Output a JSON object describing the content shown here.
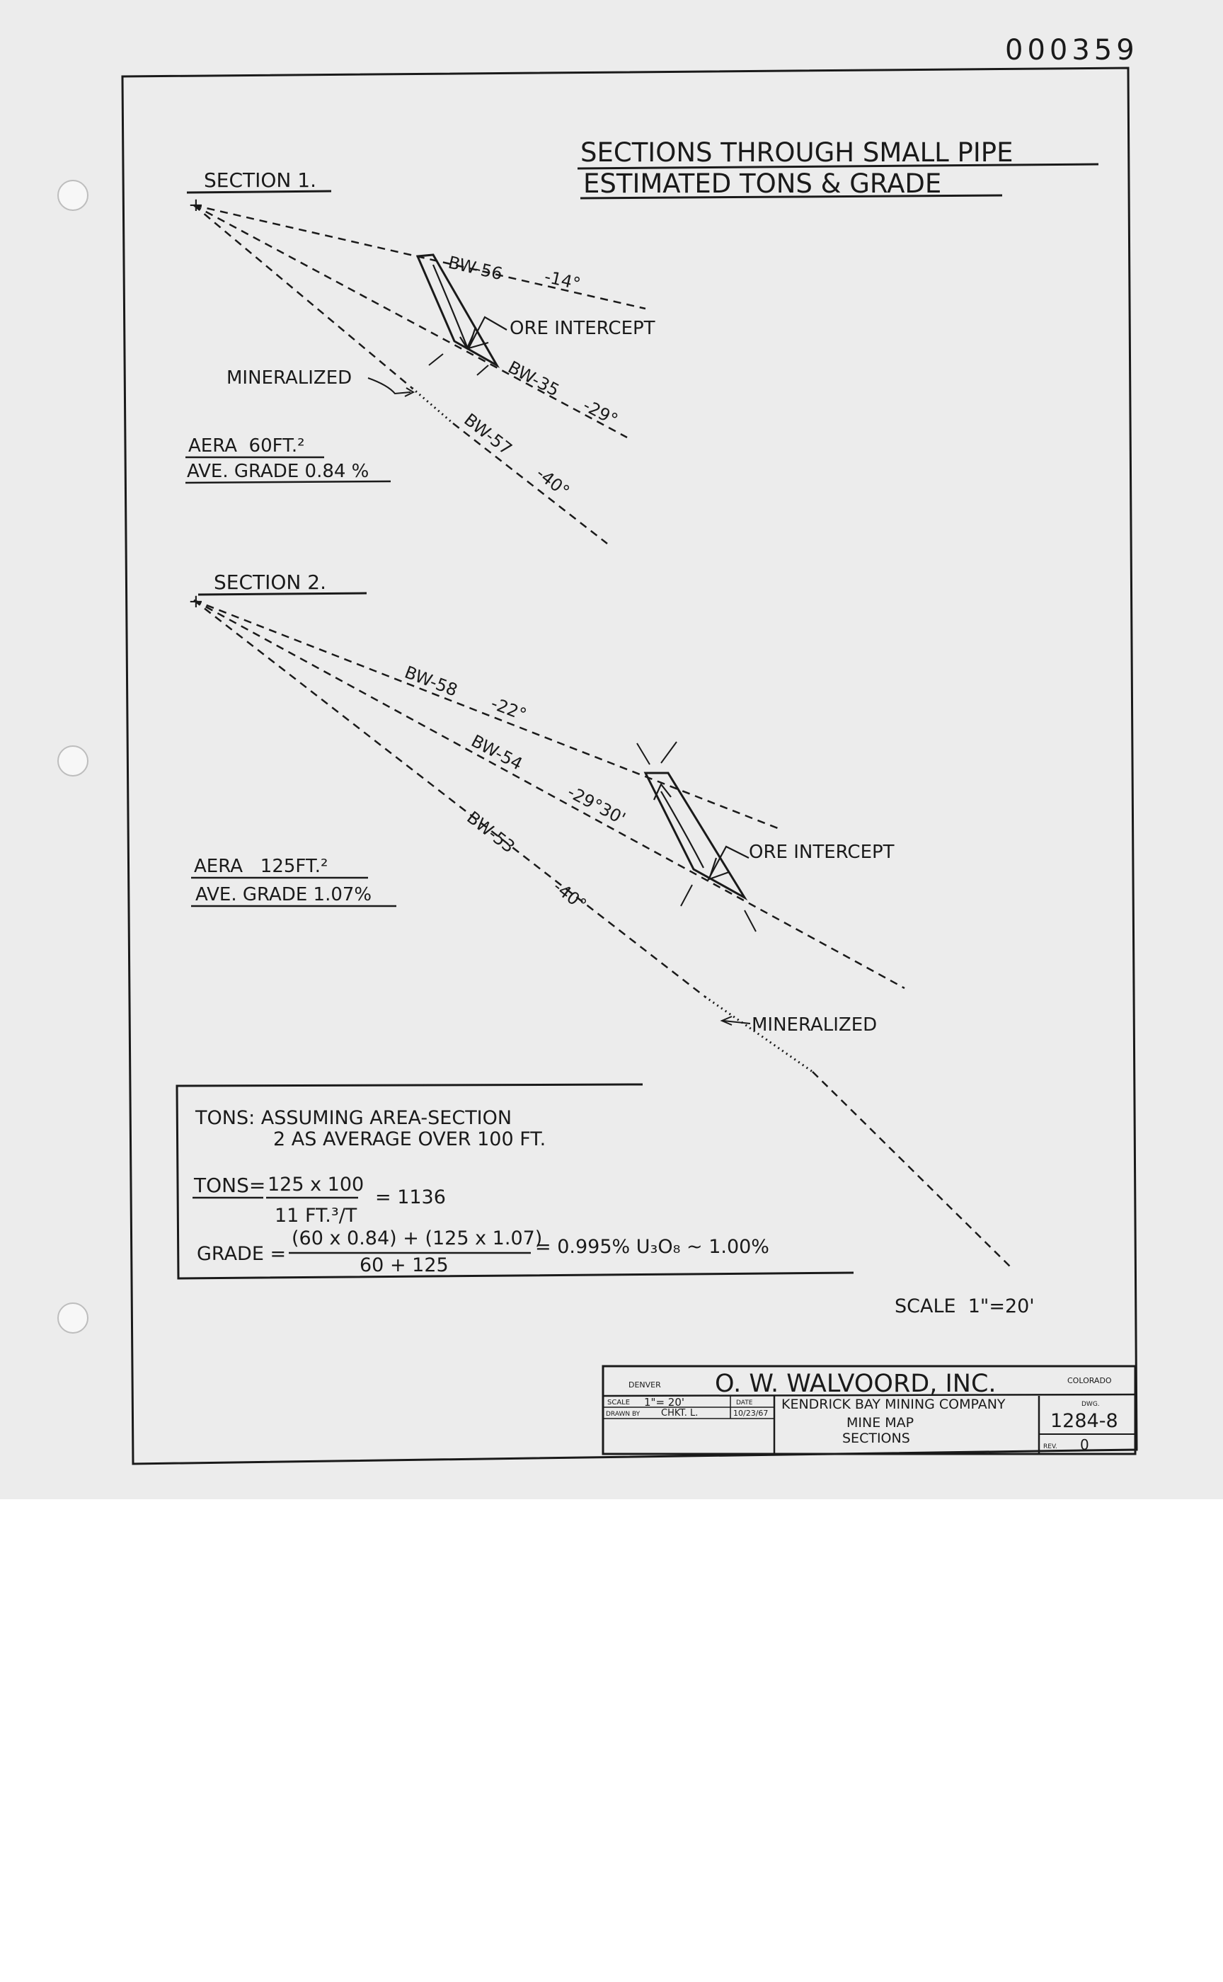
{
  "sheet_number": "000359",
  "title": {
    "line1": "SECTIONS THROUGH SMALL PIPE",
    "line2": "ESTIMATED TONS & GRADE"
  },
  "section1": {
    "heading": "SECTION 1.",
    "holes": [
      {
        "id": "BW-56",
        "dip": "-14°"
      },
      {
        "id": "BW-35",
        "dip": "-29°"
      },
      {
        "id": "BW-57",
        "dip": "-40°"
      }
    ],
    "ore_intercept_label": "ORE INTERCEPT",
    "mineralized_label": "MINERALIZED",
    "area": "AERA  60FT.²",
    "grade": "AVE. GRADE 0.84 %"
  },
  "section2": {
    "heading": "SECTION 2.",
    "holes": [
      {
        "id": "BW-58",
        "dip": "-22°"
      },
      {
        "id": "BW-54",
        "dip": "-29°30'"
      },
      {
        "id": "BW-53",
        "dip": "-40°"
      }
    ],
    "ore_intercept_label": "ORE INTERCEPT",
    "mineralized_label": "MINERALIZED",
    "area": "AERA   125FT.²",
    "grade": "AVE. GRADE 1.07%"
  },
  "calculation": {
    "line1": "TONS: ASSUMING AREA-SECTION",
    "line2": "2 AS AVERAGE OVER 100 FT.",
    "tons_label": "TONS=",
    "tons_numerator": "125 x 100",
    "tons_denominator": "11 FT.³/T",
    "tons_result": "= 1136",
    "grade_label": "GRADE =",
    "grade_numerator": "(60 x 0.84) + (125 x 1.07)",
    "grade_denominator": "60 + 125",
    "grade_result": "= 0.995% U₃O₈ ~ 1.00%"
  },
  "scale_note": "SCALE  1\"=20'",
  "title_block": {
    "city_left": "DENVER",
    "company": "O. W. WALVOORD, INC.",
    "state_right": "COLORADO",
    "scale_label": "SCALE",
    "scale_value": "1\"= 20'",
    "date_label": "DATE",
    "date_value": "10/23/67",
    "drawn_label": "DRAWN BY",
    "checked_value": "CHKT. L.",
    "client": "KENDRICK BAY MINING COMPANY",
    "drawing_title_1": "MINE MAP",
    "drawing_title_2": "SECTIONS",
    "dwg_label": "DWG.",
    "dwg_number": "1284-8",
    "rev_label": "REV.",
    "rev_value": "0"
  }
}
